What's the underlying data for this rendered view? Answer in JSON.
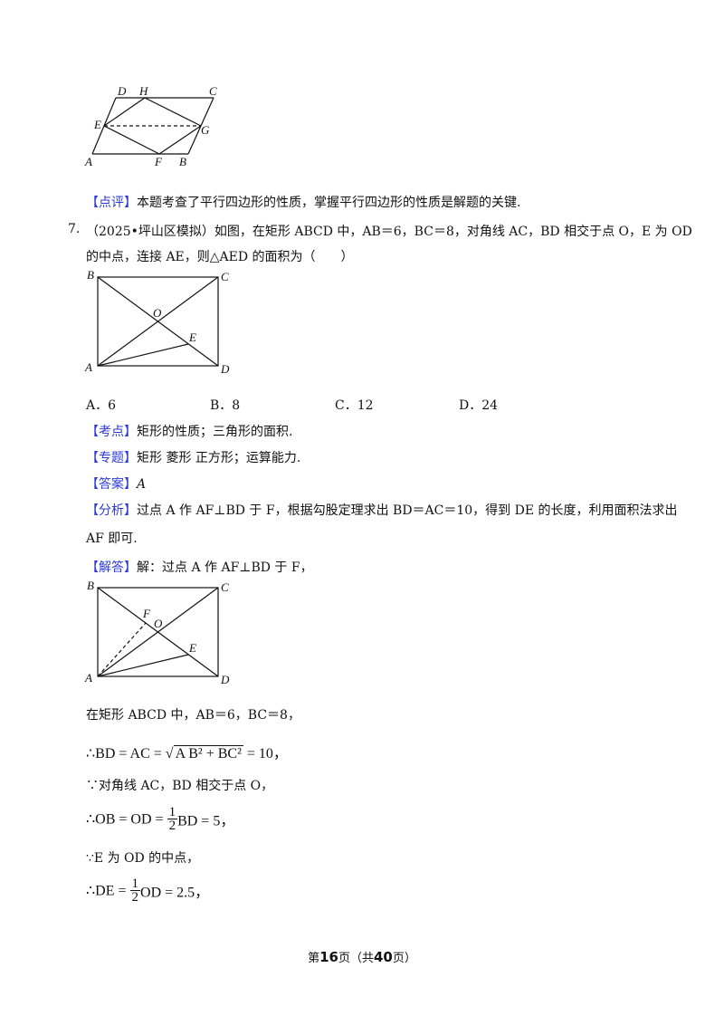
{
  "fig_parallelogram": {
    "labels": {
      "D": "D",
      "H": "H",
      "C": "C",
      "E": "E",
      "G": "G",
      "A": "A",
      "F": "F",
      "B": "B"
    }
  },
  "dianping": {
    "tag": "【点评】",
    "text": "本题考查了平行四边形的性质，掌握平行四边形的性质是解题的关键."
  },
  "question": {
    "number": "7.",
    "line1": "（2025•坪山区模拟）如图，在矩形 ABCD 中，AB＝6，BC＝8，对角线 AC，BD 相交于点 O，E 为 OD",
    "line2": "的中点，连接 AE，则△AED 的面积为（　　）"
  },
  "fig_rect1": {
    "labels": {
      "B": "B",
      "C": "C",
      "O": "O",
      "E": "E",
      "A": "A",
      "D": "D"
    }
  },
  "options": [
    {
      "label": "A．6"
    },
    {
      "label": "B．8"
    },
    {
      "label": "C．12"
    },
    {
      "label": "D．24"
    }
  ],
  "kaodian": {
    "tag": "【考点】",
    "text": "矩形的性质；三角形的面积."
  },
  "zhuanti": {
    "tag": "【专题】",
    "text": "矩形  菱形  正方形；运算能力."
  },
  "daan": {
    "tag": "【答案】",
    "text": "A"
  },
  "fenxi": {
    "tag": "【分析】",
    "line1": "过点 A 作 AF⊥BD 于 F，根据勾股定理求出 BD＝AC＝10，得到 DE 的长度，利用面积法求出",
    "line2": "AF 即可."
  },
  "jieda": {
    "tag": "【解答】",
    "text": "解：过点 A 作 AF⊥BD 于 F，"
  },
  "fig_rect2": {
    "labels": {
      "B": "B",
      "C": "C",
      "F": "F",
      "O": "O",
      "E": "E",
      "A": "A",
      "D": "D"
    }
  },
  "solution": {
    "s1": "在矩形 ABCD 中，AB＝6，BC＝8，",
    "s2_pre": "∴BD = AC = ",
    "s2_rad": "A B² + BC²",
    "s2_post": " = 10，",
    "s3": "∵对角线 AC，BD 相交于点 O，",
    "s4_pre": "∴OB = OD = ",
    "s4_num": "1",
    "s4_den": "2",
    "s4_post": "BD = 5，",
    "s5": "∵E 为 OD 的中点，",
    "s6_pre": "∴DE = ",
    "s6_num": "1",
    "s6_den": "2",
    "s6_post": "OD = 2.5，"
  },
  "footer": {
    "pre": "第",
    "page": "16",
    "mid": "页（共",
    "total": "40",
    "post": "页）"
  }
}
